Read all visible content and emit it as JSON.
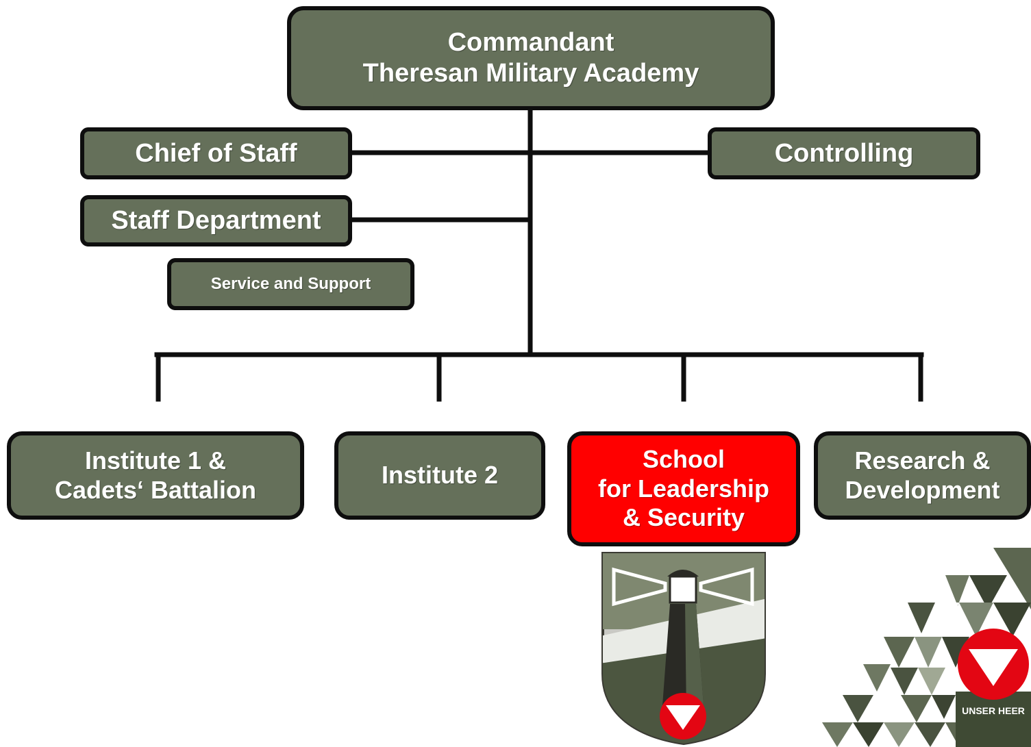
{
  "org_chart": {
    "commandant": {
      "label": "Commandant\nTheresan Military Academy"
    },
    "chief_of_staff": {
      "label": "Chief of Staff"
    },
    "controlling": {
      "label": "Controlling"
    },
    "staff_department": {
      "label": "Staff Department"
    },
    "service_support": {
      "label": "Service and Support"
    },
    "institute_1": {
      "label": "Institute 1 &\nCadets‘ Battalion"
    },
    "institute_2": {
      "label": "Institute 2"
    },
    "school": {
      "label": "School\nfor Leadership\n& Security",
      "color": "#ff0000"
    },
    "research_development": {
      "label": "Research &\nDevelopment"
    }
  },
  "colors": {
    "box_fill": "#65705a",
    "box_border": "#0e0e0e",
    "highlight": "#ff0000",
    "text": "#ffffff"
  },
  "logos": {
    "school_crest": {
      "icon": "lighthouse-crest-icon"
    },
    "army_brand": {
      "icon": "triangle-pattern-icon",
      "text": "UNSER HEER"
    }
  }
}
